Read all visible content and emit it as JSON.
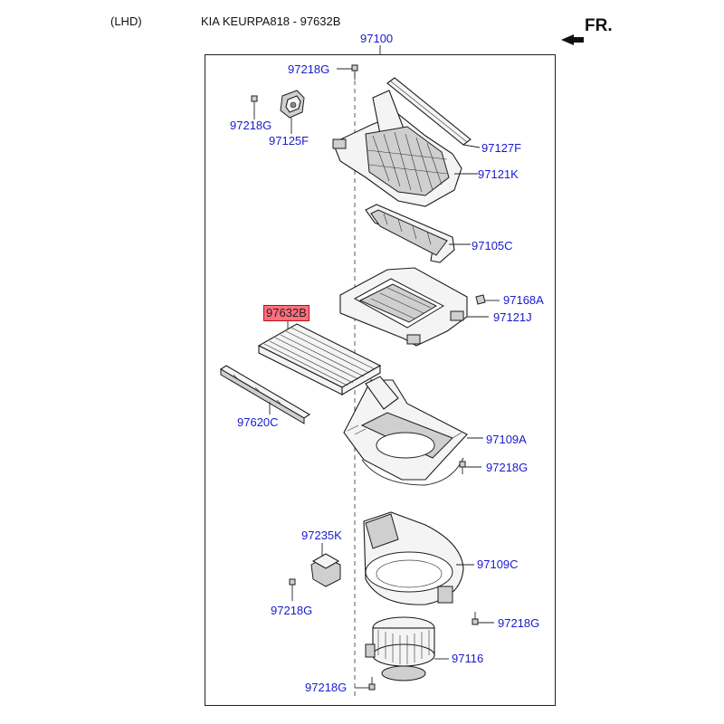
{
  "header": {
    "lhd": "(LHD)",
    "model": "KIA KEURPA818 - 97632B",
    "direction": "FR."
  },
  "assembly_label": "97100",
  "highlight_color": "#ff6f7d",
  "labels": {
    "screw_top": "97218G",
    "screw_left": "97218G",
    "actuator": "97125F",
    "seal": "97127F",
    "case_upper": "97121K",
    "duct": "97105C",
    "clip": "97168A",
    "frame": "97121J",
    "filter": "97632B",
    "filter_cover": "97620C",
    "case_mid": "97109A",
    "screw_mid": "97218G",
    "resistor": "97235K",
    "scroll_case": "97109C",
    "screw_res": "97218G",
    "screw_scroll": "97218G",
    "blower_motor": "97116",
    "screw_bottom": "97218G"
  }
}
